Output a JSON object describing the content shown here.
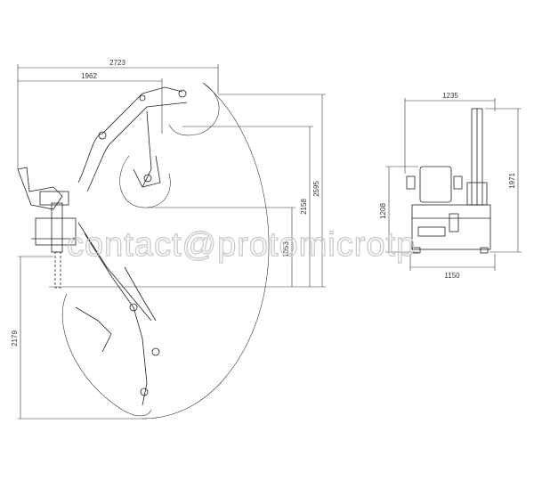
{
  "side_view": {
    "dimensions": {
      "reach_total": "2723",
      "reach_partial": "1962",
      "height_max": "2595",
      "height_mid": "2158",
      "height_low": "1053",
      "dig_depth": "2179"
    }
  },
  "front_view": {
    "dimensions": {
      "overall_width": "1235",
      "overall_height": "1971",
      "seat_height": "1208",
      "base_width": "1150"
    }
  },
  "watermark": "contact@protomicrotp"
}
